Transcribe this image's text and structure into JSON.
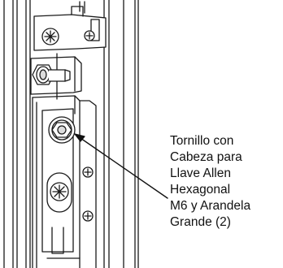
{
  "diagram": {
    "callout_lines": [
      "Tornillo con",
      "Cabeza para",
      "Llave Allen",
      "Hexagonal",
      "M6 y Arandela",
      "Grande (2)"
    ]
  },
  "colors": {
    "line": "#1a1a1a",
    "fill": "#ffffff",
    "shade": "#dcdcdc"
  }
}
